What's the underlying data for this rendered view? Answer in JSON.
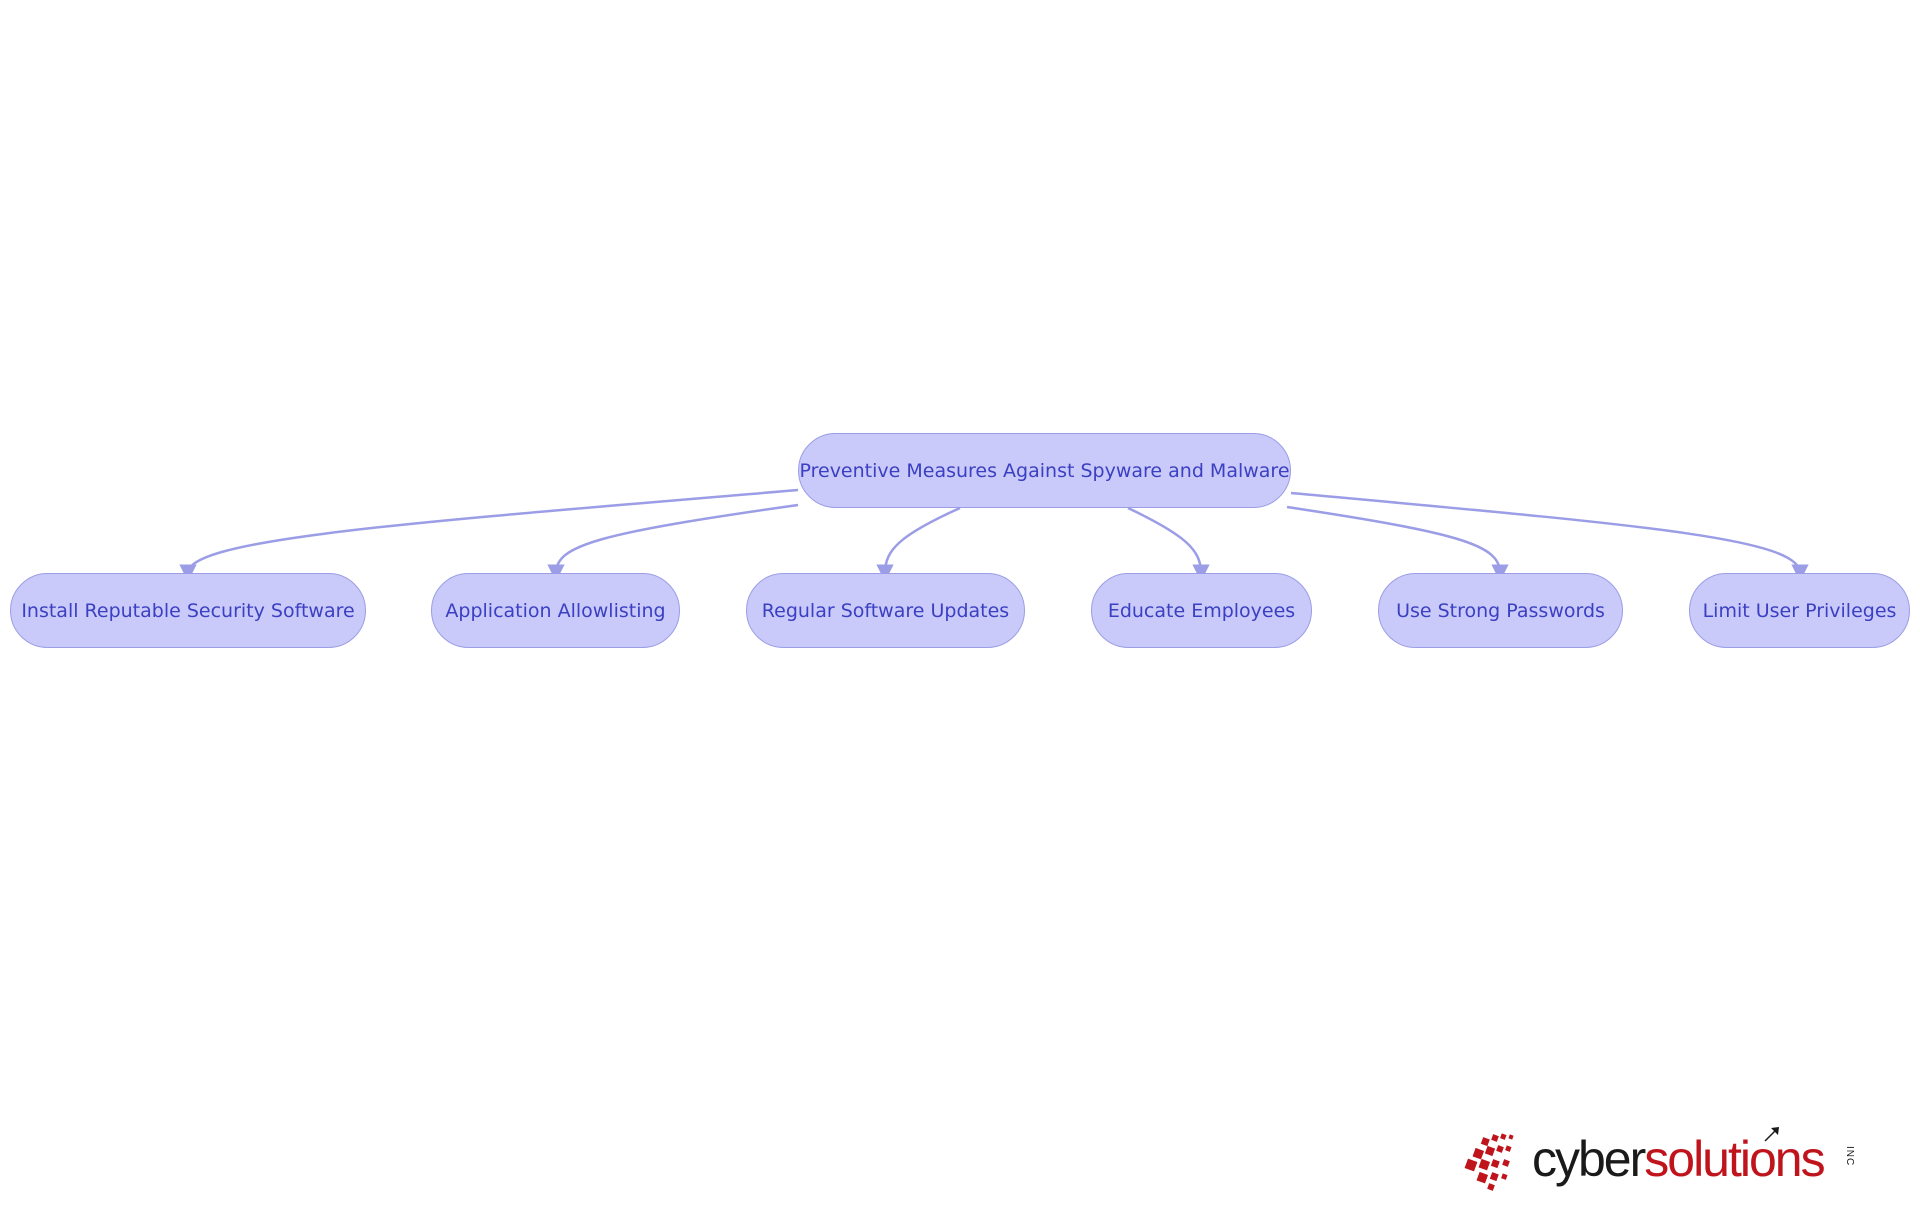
{
  "diagram": {
    "root": {
      "label": "Preventive Measures Against Spyware and Malware"
    },
    "children": [
      {
        "label": "Install Reputable Security Software"
      },
      {
        "label": "Application Allowlisting"
      },
      {
        "label": "Regular Software Updates"
      },
      {
        "label": "Educate Employees"
      },
      {
        "label": "Use Strong Passwords"
      },
      {
        "label": "Limit User Privileges"
      }
    ]
  },
  "colors": {
    "node_fill": "#c9caf9",
    "node_border": "#9b9de6",
    "node_text": "#3b3fc2",
    "edge": "#9b9de6",
    "logo_dark": "#1a1a1a",
    "logo_red": "#c0141c"
  },
  "logo": {
    "word_cyber": "cyber",
    "word_solutions": "solutions",
    "suffix": "INC"
  }
}
